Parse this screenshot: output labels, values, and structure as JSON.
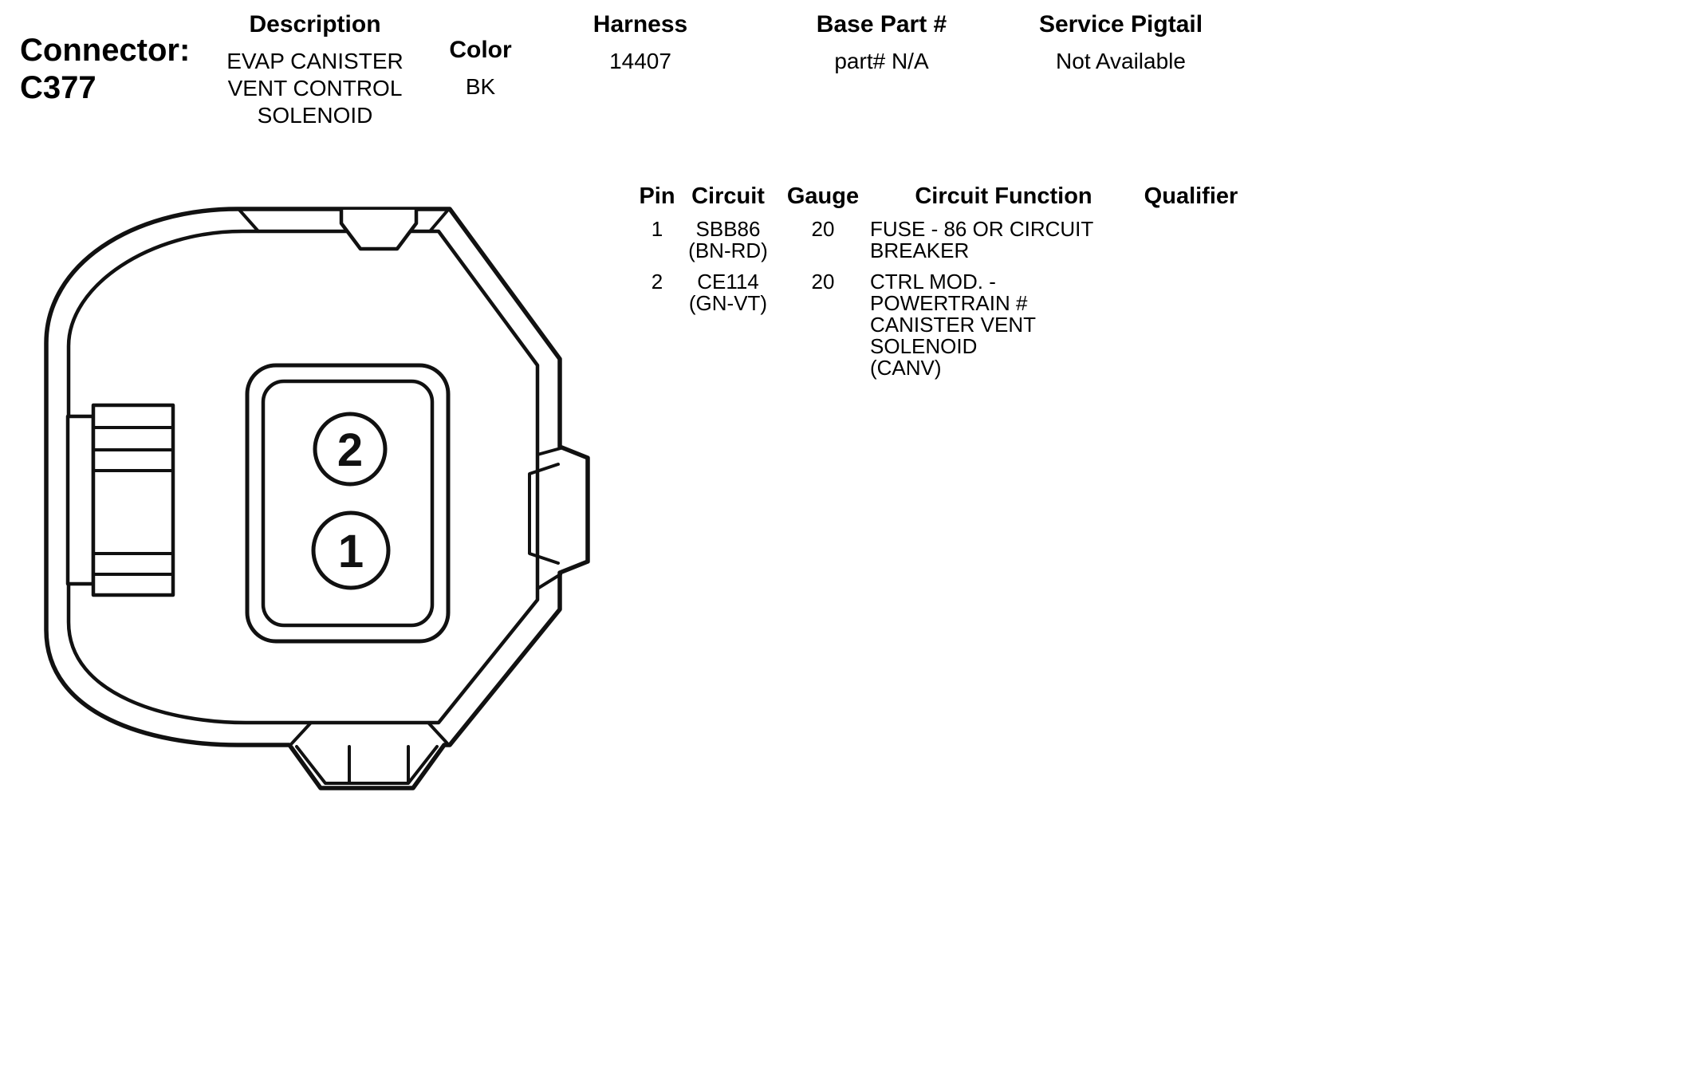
{
  "header": {
    "connector_label": "Connector:",
    "connector_id": "C377",
    "description_label": "Description",
    "description_lines": [
      "EVAP CANISTER",
      "VENT CONTROL",
      "SOLENOID"
    ],
    "color_label": "Color",
    "color_value": "BK",
    "harness_label": "Harness",
    "harness_value": "14407",
    "base_part_label": "Base Part #",
    "base_part_value": "part# N/A",
    "service_pigtail_label": "Service Pigtail",
    "service_pigtail_value": "Not Available"
  },
  "pin_table": {
    "col_pin": "Pin",
    "col_circuit": "Circuit",
    "col_gauge": "Gauge",
    "col_function": "Circuit Function",
    "col_qualifier": "Qualifier",
    "rows": [
      {
        "pin": "1",
        "circuit": "SBB86",
        "circuit_color": "(BN-RD)",
        "gauge": "20",
        "function_lines": [
          "FUSE - 86 OR CIRCUIT",
          "BREAKER"
        ],
        "qualifier": ""
      },
      {
        "pin": "2",
        "circuit": "CE114",
        "circuit_color": "(GN-VT)",
        "gauge": "20",
        "function_lines": [
          "CTRL MOD. - POWERTRAIN #",
          "CANISTER VENT SOLENOID",
          "(CANV)"
        ],
        "qualifier": ""
      }
    ]
  },
  "connector_diagram": {
    "pin_2_label": "2",
    "pin_1_label": "1",
    "line_color": "#111111"
  }
}
